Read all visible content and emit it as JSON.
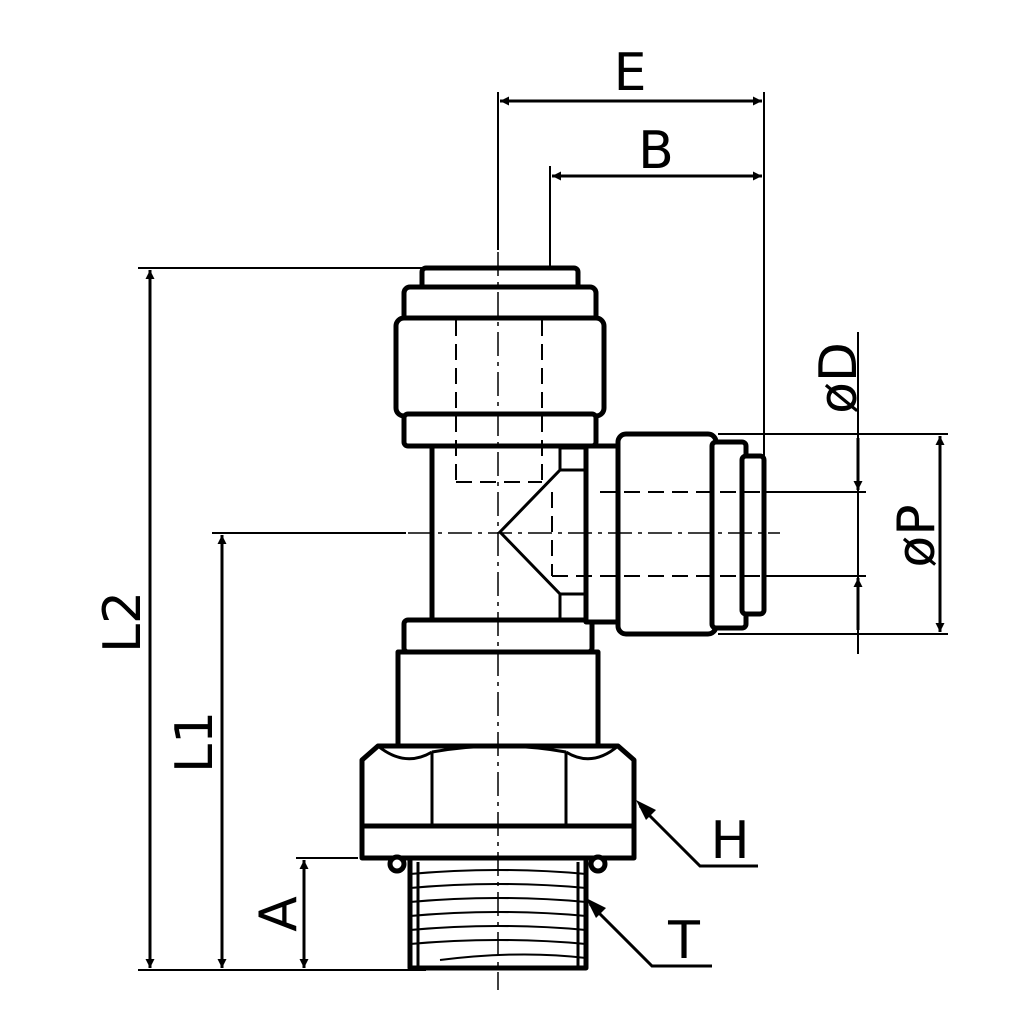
{
  "dimensions": {
    "E": "E",
    "B": "B",
    "D": "øD",
    "P": "øP",
    "L2": "L2",
    "L1": "L1",
    "A": "A",
    "H": "H",
    "T": "T"
  },
  "colors": {
    "line": "#000000",
    "background": "#ffffff"
  }
}
